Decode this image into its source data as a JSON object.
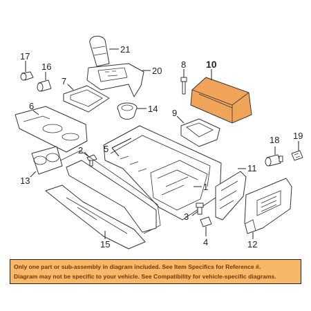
{
  "callouts": {
    "c1": "1",
    "c2": "2",
    "c3": "3",
    "c4": "4",
    "c5": "5",
    "c6": "6",
    "c7": "7",
    "c8": "8",
    "c9": "9",
    "c10": "10",
    "c11": "11",
    "c12": "12",
    "c13": "13",
    "c14": "14",
    "c15": "15",
    "c16": "16",
    "c17": "17",
    "c18": "18",
    "c19": "19",
    "c20": "20",
    "c21": "21"
  },
  "highlight_color": "#f0a45a",
  "notice": {
    "line1": "Only one part or sub-assembly in diagram included. See Item Specifics for Reference #.",
    "line2": "Diagram may not be specific to your vehicle. See Compatibility for vehicle-specific diagrams.",
    "background": "#f6b96a",
    "text_color": "#7a3300"
  }
}
